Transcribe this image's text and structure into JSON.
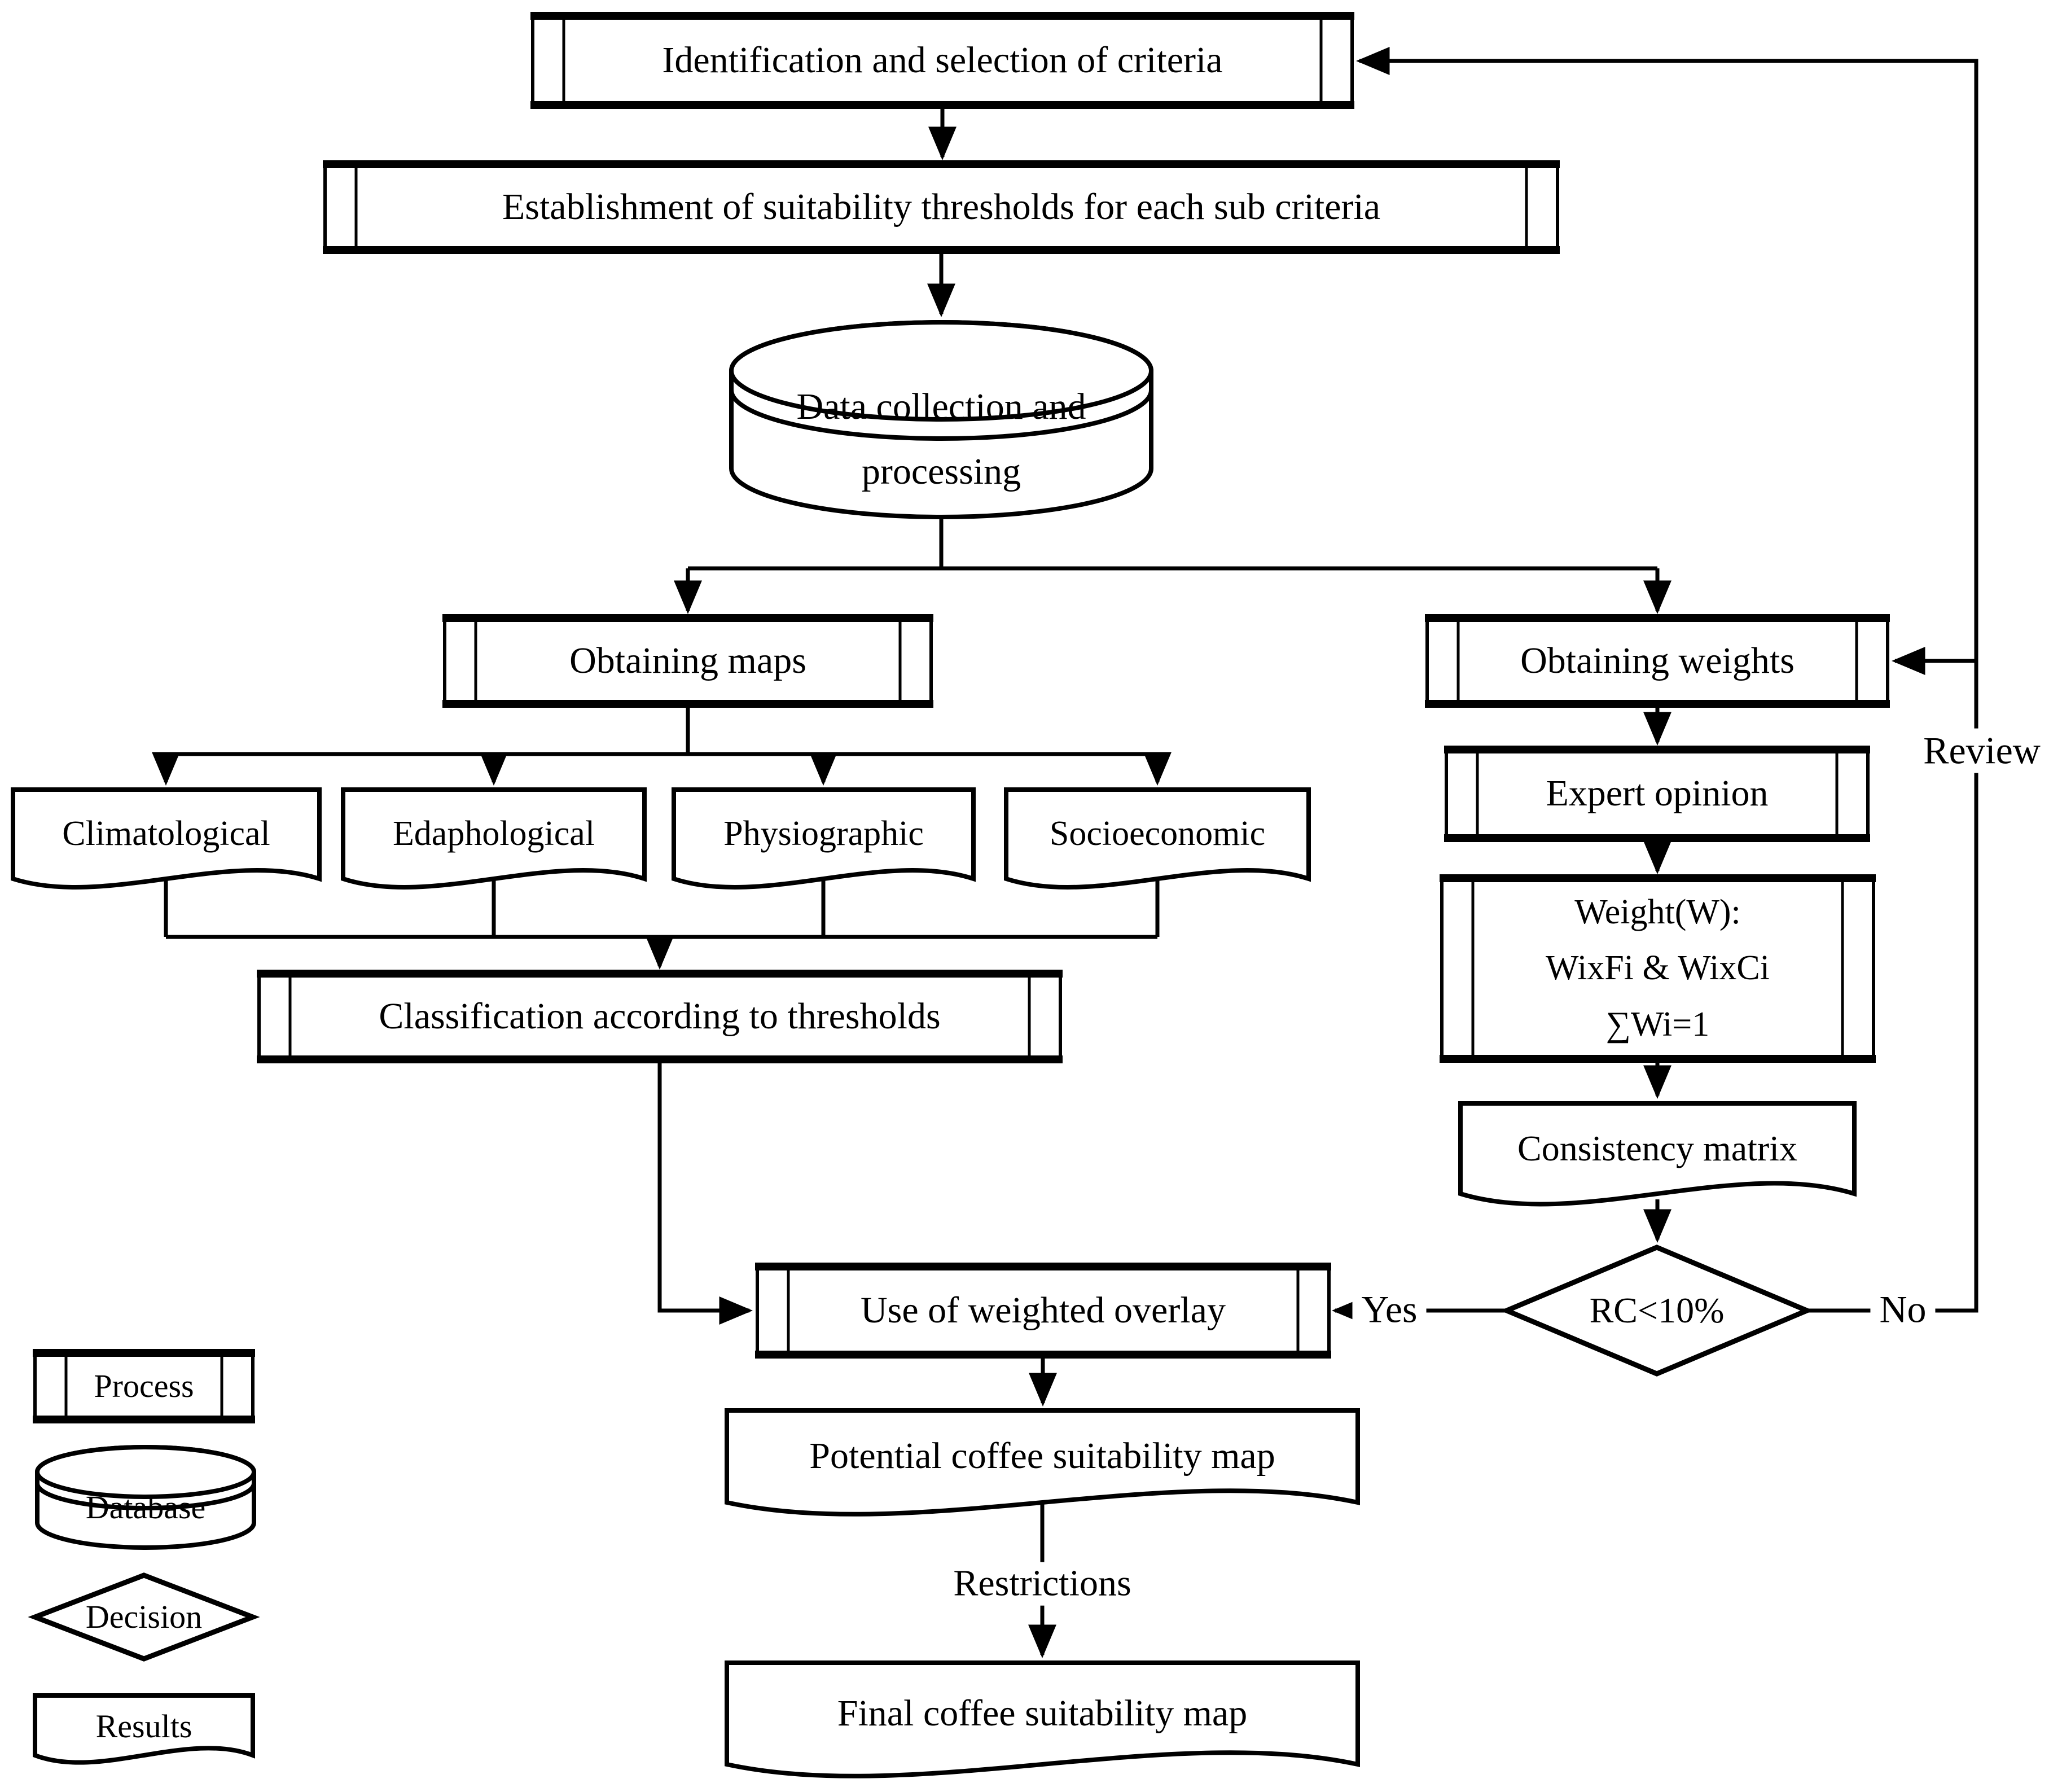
{
  "title": "Coffee suitability mapping methodology flowchart",
  "colors": {
    "stroke": "#000000",
    "background": "#ffffff"
  },
  "nodes": {
    "identification": {
      "type": "process",
      "label": "Identification and selection of criteria"
    },
    "thresholds": {
      "type": "process",
      "label": "Establishment of suitability thresholds for each sub criteria"
    },
    "data_collection": {
      "type": "database",
      "label": "Data collection and\nprocessing"
    },
    "obtaining_maps": {
      "type": "process",
      "label": "Obtaining maps"
    },
    "obtaining_weights": {
      "type": "process",
      "label": "Obtaining weights"
    },
    "climatological": {
      "type": "results",
      "label": "Climatological"
    },
    "edaphological": {
      "type": "results",
      "label": "Edaphological"
    },
    "physiographic": {
      "type": "results",
      "label": "Physiographic"
    },
    "socioeconomic": {
      "type": "results",
      "label": "Socioeconomic"
    },
    "classification": {
      "type": "process",
      "label": "Classification according to thresholds"
    },
    "expert_opinion": {
      "type": "process",
      "label": "Expert opinion"
    },
    "weights_formula": {
      "type": "process",
      "label": "Weight(W):\nWixFi & WixCi\n∑Wi=1"
    },
    "consistency_matrix": {
      "type": "results",
      "label": "Consistency matrix"
    },
    "rc_decision": {
      "type": "decision",
      "label": "RC<10%"
    },
    "weighted_overlay": {
      "type": "process",
      "label": "Use of weighted overlay"
    },
    "potential_map": {
      "type": "results",
      "label": "Potential coffee suitability map"
    },
    "final_map": {
      "type": "results",
      "label": "Final coffee suitability map"
    }
  },
  "edge_labels": {
    "yes": "Yes",
    "no": "No",
    "review": "Review",
    "restrictions": "Restrictions"
  },
  "legend": {
    "process": "Process",
    "database": "Database",
    "decision": "Decision",
    "results": "Results"
  }
}
